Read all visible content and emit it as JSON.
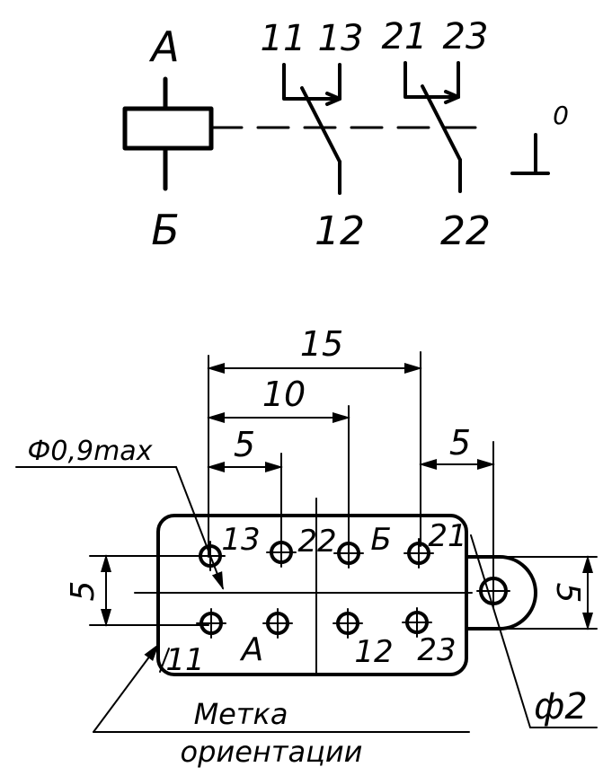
{
  "schematic": {
    "coil_top": "A",
    "coil_bottom": "Б",
    "c1_left": "11",
    "c1_right": "13",
    "c1_bottom": "12",
    "c2_left": "21",
    "c2_right": "23",
    "c2_bottom": "22",
    "state": "0"
  },
  "drawing": {
    "dim_15": "15",
    "dim_10": "10",
    "dim_5_left": "5",
    "dim_5_right": "5",
    "dim_5_vert_left": "5",
    "dim_5_vert_right": "5",
    "pin_diameter": "Ф0,9max",
    "hole_diameter": "ф2",
    "top_pins": [
      "13",
      "22",
      "Б",
      "21"
    ],
    "bottom_pins": [
      "11",
      "A",
      "12",
      "23"
    ],
    "orientation_mark_1": "Метка",
    "orientation_mark_2": "ориентации"
  }
}
